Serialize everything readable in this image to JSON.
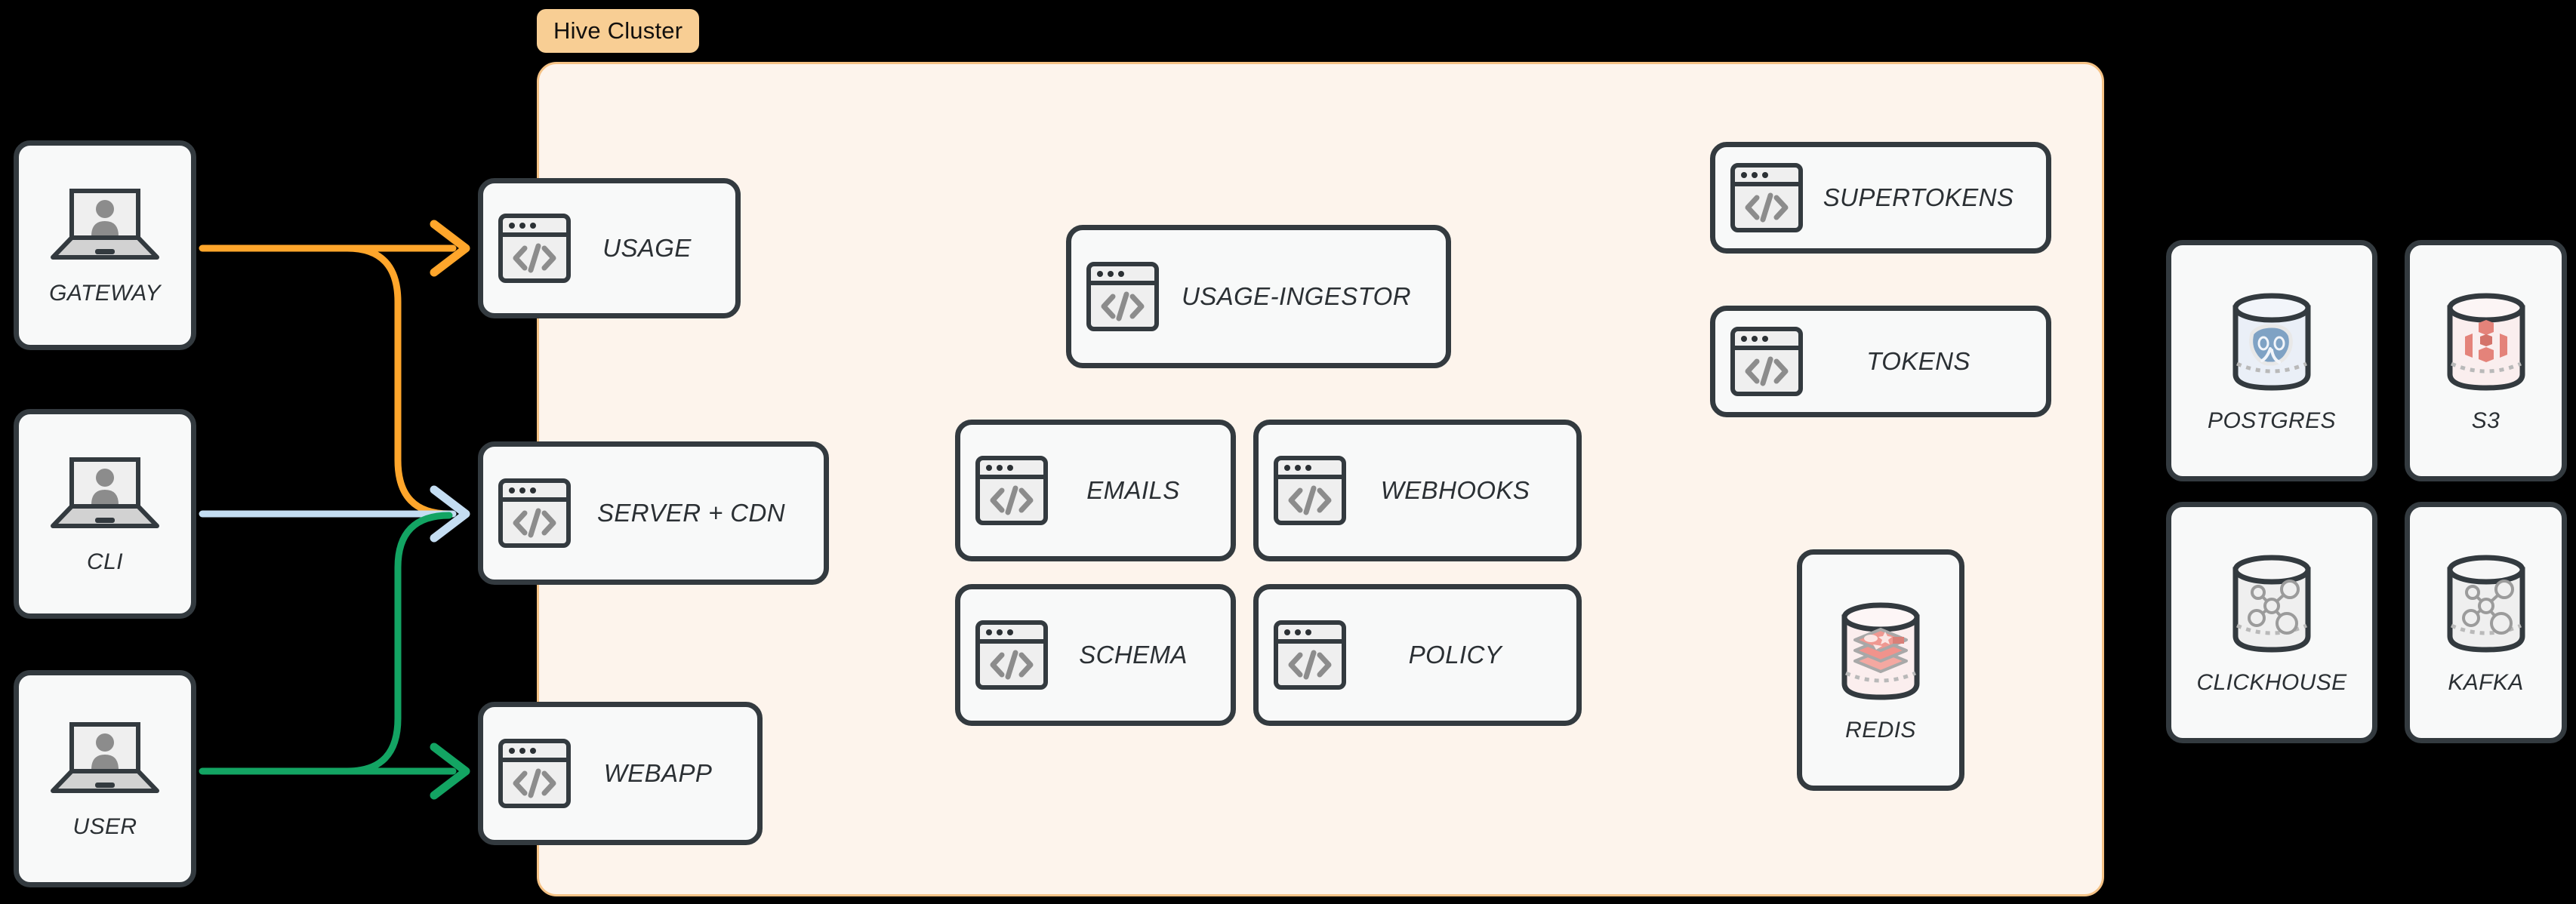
{
  "cluster": {
    "badge_label": "Hive Cluster",
    "badge_bg": "#F8CE94",
    "panel_bg": "#FDF4EC",
    "panel_border": "#F5C285"
  },
  "colors": {
    "background": "#000000",
    "card_bg": "#F8F9F9",
    "card_border": "#333A3F",
    "label_text": "#2B3034",
    "icon_fill": "#EFEFEF",
    "icon_glyph": "#8C8C8C",
    "arrow_gateway": "#FFA62B",
    "arrow_cli": "#C4DDF2",
    "arrow_user": "#13A463",
    "postgres_blue": "#7FA2C4",
    "s3_red": "#E4837A",
    "redis_red": "#F0938C",
    "generic_gray": "#9B9B9B"
  },
  "clients": [
    {
      "label": "GATEWAY",
      "icon": "laptop-user-icon"
    },
    {
      "label": "CLI",
      "icon": "laptop-user-icon"
    },
    {
      "label": "USER",
      "icon": "laptop-user-icon"
    }
  ],
  "edge_services": [
    {
      "label": "USAGE",
      "icon": "code-window-icon"
    },
    {
      "label": "SERVER + CDN",
      "icon": "code-window-icon"
    },
    {
      "label": "WEBAPP",
      "icon": "code-window-icon"
    }
  ],
  "core_services": [
    {
      "label": "USAGE-INGESTOR",
      "icon": "code-window-icon"
    },
    {
      "label": "EMAILS",
      "icon": "code-window-icon"
    },
    {
      "label": "WEBHOOKS",
      "icon": "code-window-icon"
    },
    {
      "label": "SCHEMA",
      "icon": "code-window-icon"
    },
    {
      "label": "POLICY",
      "icon": "code-window-icon"
    }
  ],
  "auth_services": [
    {
      "label": "SUPERTOKENS",
      "icon": "code-window-icon"
    },
    {
      "label": "TOKENS",
      "icon": "code-window-icon"
    }
  ],
  "cluster_stores": [
    {
      "label": "REDIS",
      "icon": "redis-cylinder-icon"
    }
  ],
  "external_stores": [
    {
      "label": "POSTGRES",
      "icon": "postgres-cylinder-icon"
    },
    {
      "label": "S3",
      "icon": "s3-cylinder-icon"
    },
    {
      "label": "CLICKHOUSE",
      "icon": "network-cylinder-icon"
    },
    {
      "label": "KAFKA",
      "icon": "network-cylinder-icon"
    }
  ],
  "connections": [
    {
      "from": "GATEWAY",
      "to": "USAGE",
      "color": "#FFA62B"
    },
    {
      "from": "GATEWAY",
      "to": "SERVER + CDN",
      "color": "#FFA62B"
    },
    {
      "from": "CLI",
      "to": "SERVER + CDN",
      "color": "#C4DDF2"
    },
    {
      "from": "USER",
      "to": "SERVER + CDN",
      "color": "#13A463"
    },
    {
      "from": "USER",
      "to": "WEBAPP",
      "color": "#13A463"
    }
  ]
}
